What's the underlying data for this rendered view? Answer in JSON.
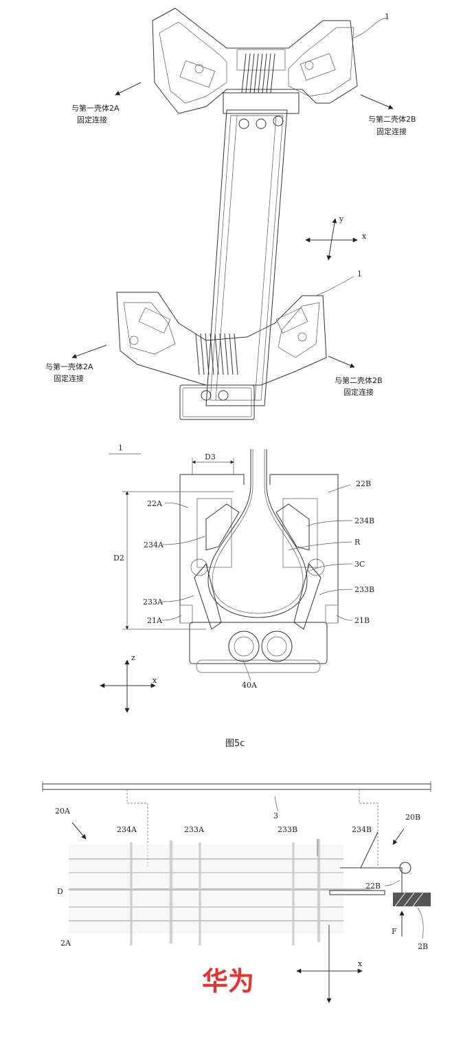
{
  "fig_a": {
    "part_label_top": "1",
    "part_label_bottom": "1",
    "left_top_line1": "与第一壳体2A",
    "left_top_line2": "固定连接",
    "right_top_line1": "与第二壳体2B",
    "right_top_line2": "固定连接",
    "left_bot_line1": "与第一壳体2A",
    "left_bot_line2": "固定连接",
    "right_bot_line1": "与第二壳体2B",
    "right_bot_line2": "固定连接",
    "axis_y": "y",
    "axis_x": "x"
  },
  "fig_5c": {
    "ref_1": "1",
    "D3": "D3",
    "D2": "D2",
    "22A": "22A",
    "22B": "22B",
    "234A": "234A",
    "234B": "234B",
    "R": "R",
    "3C": "3C",
    "233A": "233A",
    "233B": "233B",
    "21A": "21A",
    "21B": "21B",
    "40A": "40A",
    "axis_z": "z",
    "axis_x": "x",
    "caption": "图5c"
  },
  "fig_b": {
    "3": "3",
    "20A": "20A",
    "20B": "20B",
    "234A": "234A",
    "233A": "233A",
    "233B": "233B",
    "234B": "234B",
    "D": "D",
    "22B": "22B",
    "F": "F",
    "2B": "2B",
    "2A": "2A",
    "axis_x": "x"
  },
  "watermark": "华为"
}
